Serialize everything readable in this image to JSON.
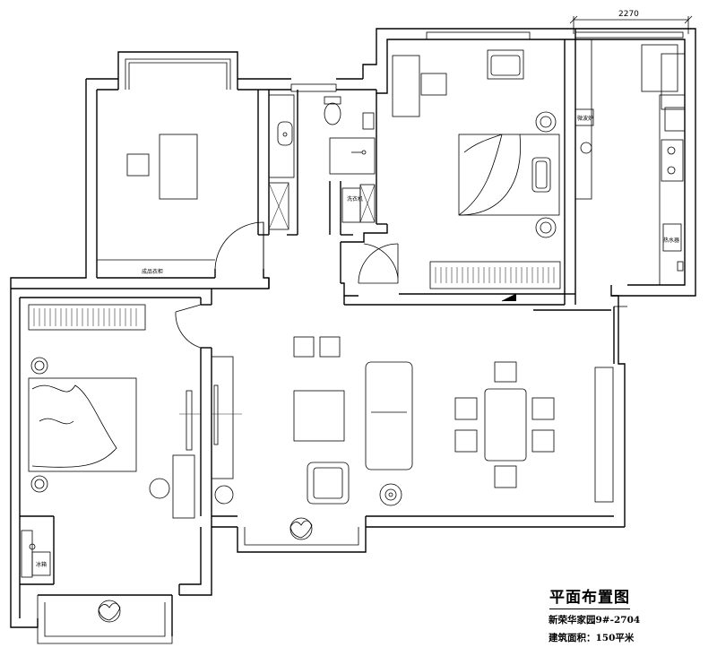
{
  "title": {
    "main": "平面布置图",
    "project": "新荣华家园9#-2704",
    "area": "建筑面积：150平米"
  },
  "dimension": {
    "top_width": "2270"
  },
  "labels": {
    "wardrobe": "成品衣柜",
    "washer": "洗衣机",
    "microwave": "微波炉",
    "fridge": "冰箱",
    "heater": "热水器"
  }
}
